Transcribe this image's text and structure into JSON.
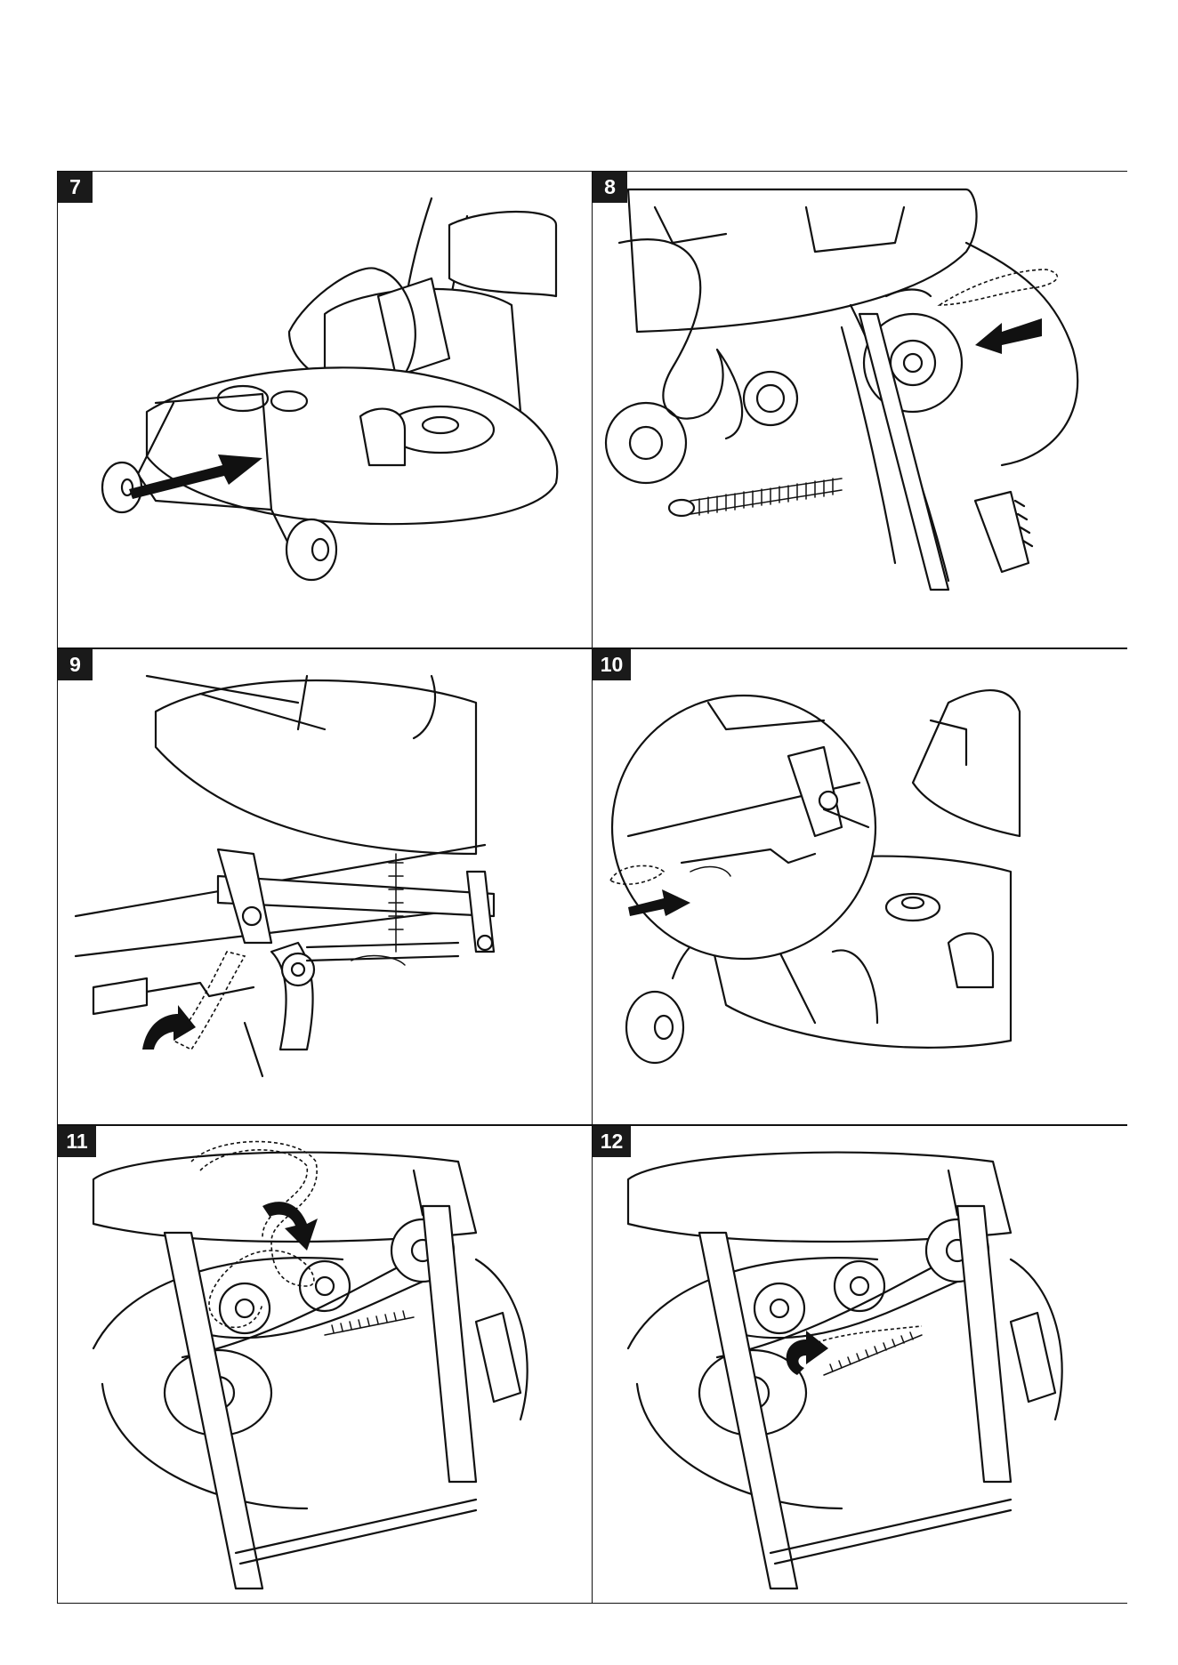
{
  "panels": [
    {
      "number": "7",
      "icon": "mower-deck-push-under-illustration"
    },
    {
      "number": "8",
      "icon": "remove-hairpin-clip-illustration"
    },
    {
      "number": "9",
      "icon": "lift-arm-lever-illustration"
    },
    {
      "number": "10",
      "icon": "hook-deck-linkage-illustration"
    },
    {
      "number": "11",
      "icon": "route-drive-belt-illustration"
    },
    {
      "number": "12",
      "icon": "attach-tension-spring-illustration"
    }
  ]
}
